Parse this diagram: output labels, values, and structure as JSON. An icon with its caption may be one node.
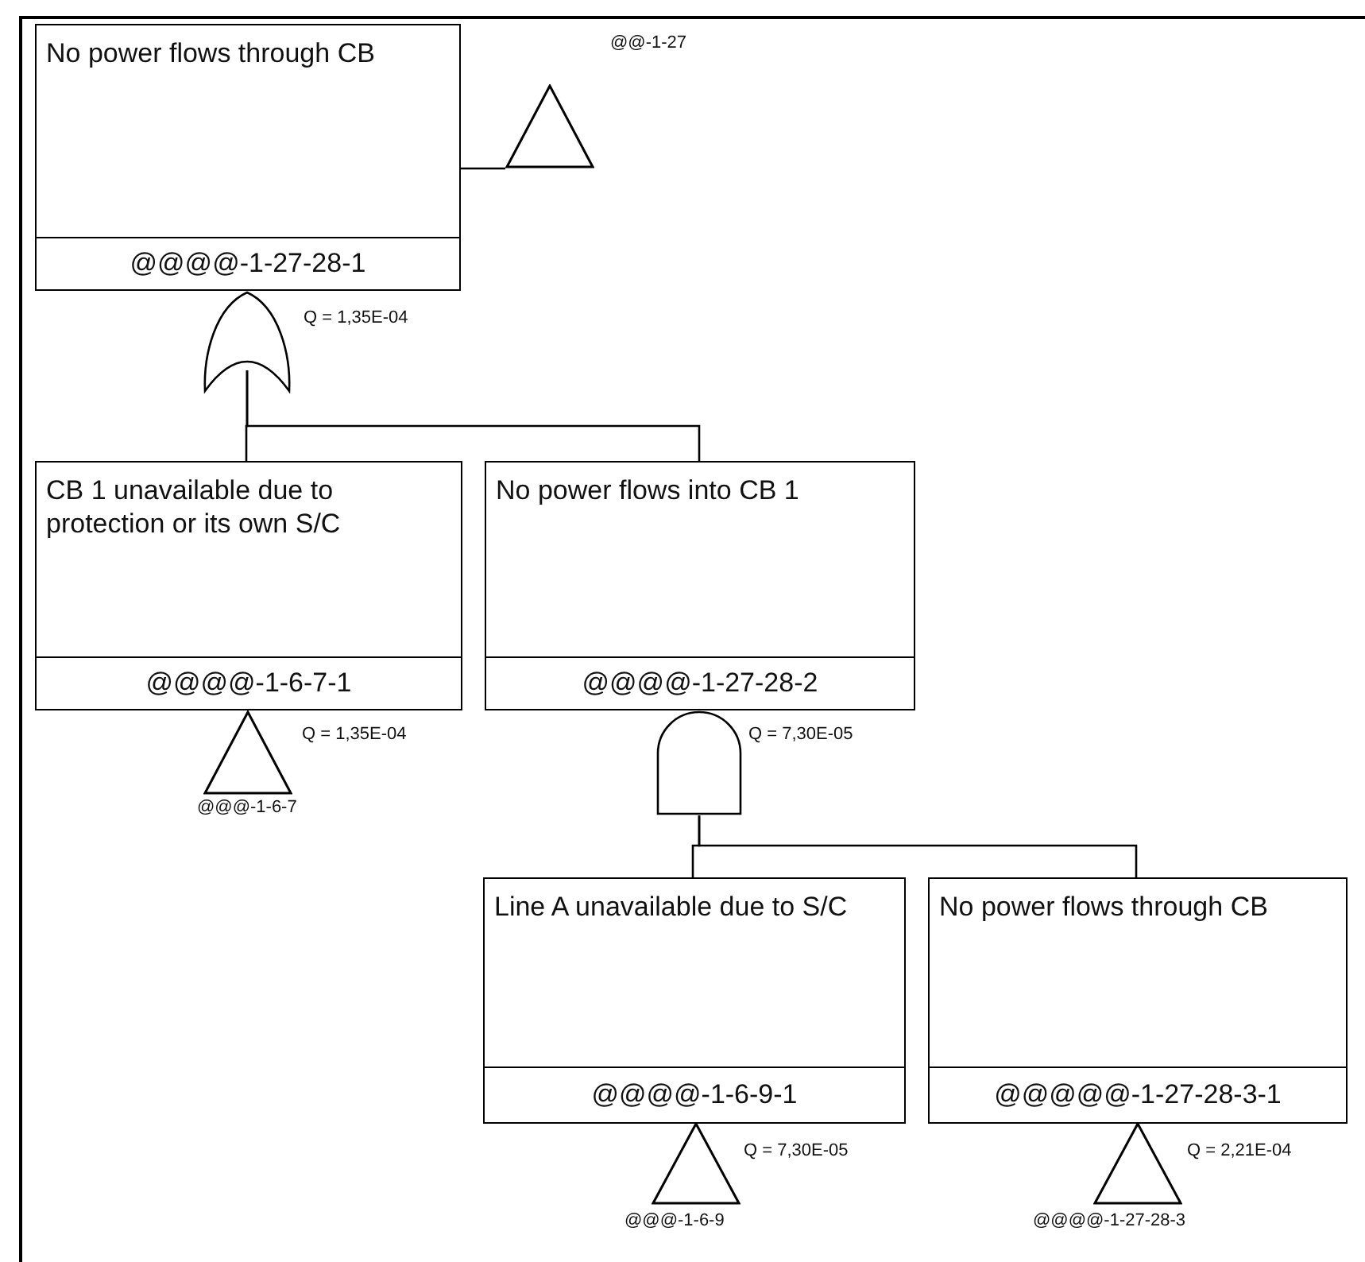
{
  "diagram": {
    "nodes": [
      {
        "text": [
          "No power flows through CB",
          "@@@@-1-27-28-1"
        ]
      },
      {
        "text": [],
        "shape": "triangle",
        "beside": [
          "@@-1-27"
        ]
      },
      {
        "text": [],
        "shape": "gate",
        "beside": [
          "Q = 1,35E-04"
        ]
      },
      {
        "text": [
          "CB 1 unavailable due to protection or its own S/C",
          "@@@@-1-6-7-1"
        ]
      },
      {
        "text": [],
        "shape": "triangle",
        "beside": [
          "Q = 1,35E-04",
          "@@@-1-6-7"
        ]
      },
      {
        "text": [
          "No power flows into CB 1",
          "@@@@-1-27-28-2"
        ]
      },
      {
        "text": [],
        "shape": "gate",
        "beside": [
          "Q = 7,30E-05"
        ]
      },
      {
        "text": [
          "Line A unavailable due to S/C",
          "@@@@-1-6-9-1"
        ]
      },
      {
        "text": [],
        "shape": "triangle",
        "beside": [
          "Q = 7,30E-05",
          "@@@-1-6-9"
        ]
      },
      {
        "text": [
          "No power flows through CB",
          "@@@@@-1-27-28-3-1"
        ]
      },
      {
        "text": [],
        "shape": "triangle",
        "beside": [
          "Q = 2,21E-04",
          "@@@@-1-27-28-3"
        ]
      }
    ],
    "edges": [
      {
        "from": 0,
        "to": 1,
        "arrow": "none"
      },
      {
        "from": 2,
        "to": 3,
        "arrow": "none"
      },
      {
        "from": 2,
        "to": 5,
        "arrow": "none"
      },
      {
        "from": 6,
        "to": 7,
        "arrow": "none"
      },
      {
        "from": 6,
        "to": 9,
        "arrow": "none"
      }
    ]
  }
}
